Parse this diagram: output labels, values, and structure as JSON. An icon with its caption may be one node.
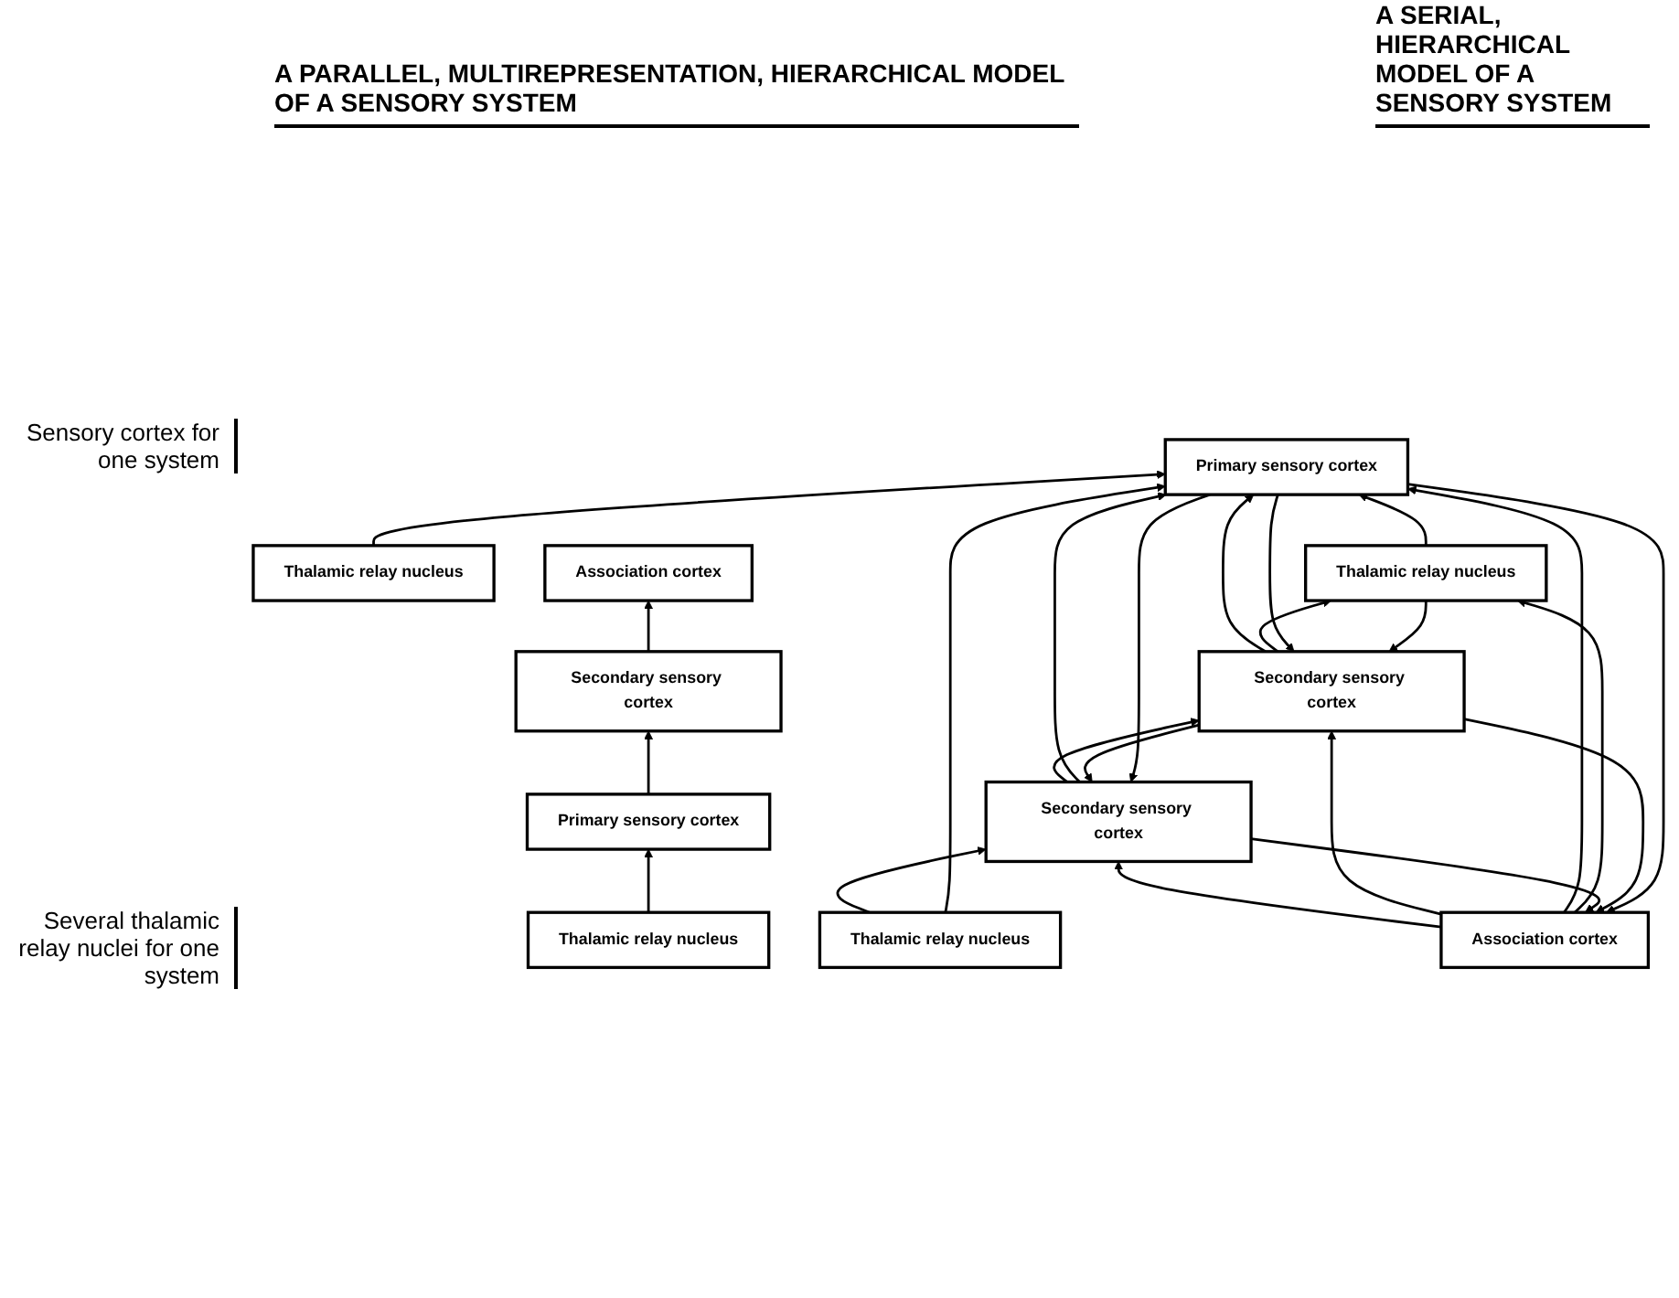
{
  "diagram": {
    "nodes": [
      {
        "text": [
          "Association cortex"
        ]
      },
      {
        "text": [
          "Secondary sensory cortex"
        ]
      },
      {
        "text": [
          "Secondary sensory cortex"
        ]
      },
      {
        "text": [
          "Primary sensory cortex"
        ]
      },
      {
        "text": [
          "Thalamic relay nucleus"
        ]
      },
      {
        "text": [
          "Thalamic relay nucleus"
        ]
      },
      {
        "text": [
          "Thalamic relay nucleus"
        ]
      },
      {
        "text": [
          "Association cortex"
        ]
      },
      {
        "text": [
          "Secondary sensory cortex"
        ]
      },
      {
        "text": [
          "Primary sensory cortex"
        ]
      },
      {
        "text": [
          "Thalamic relay nucleus"
        ]
      }
    ],
    "edges": [
      {
        "from": 0,
        "to": 1,
        "arrow": "to"
      },
      {
        "from": 1,
        "to": 0,
        "arrow": "to"
      },
      {
        "from": 0,
        "to": 2,
        "arrow": "to"
      },
      {
        "from": 2,
        "to": 0,
        "arrow": "to"
      },
      {
        "from": 2,
        "to": 1,
        "arrow": "to"
      },
      {
        "from": 1,
        "to": 2,
        "arrow": "to"
      },
      {
        "from": 0,
        "to": 3,
        "arrow": "to"
      },
      {
        "from": 3,
        "to": 0,
        "arrow": "to"
      },
      {
        "from": 1,
        "to": 3,
        "arrow": "to"
      },
      {
        "from": 3,
        "to": 1,
        "arrow": "to"
      },
      {
        "from": 2,
        "to": 3,
        "arrow": "to"
      },
      {
        "from": 3,
        "to": 2,
        "arrow": "to"
      },
      {
        "from": 4,
        "to": 1,
        "arrow": "to"
      },
      {
        "from": 4,
        "to": 3,
        "arrow": "to"
      },
      {
        "from": 5,
        "to": 3,
        "arrow": "to"
      },
      {
        "from": 6,
        "to": 3,
        "arrow": "to"
      },
      {
        "from": 6,
        "to": 2,
        "arrow": "to"
      },
      {
        "from": 2,
        "to": 6,
        "arrow": "to"
      },
      {
        "from": 0,
        "to": 6,
        "arrow": "to"
      },
      {
        "from": 10,
        "to": 9,
        "arrow": "to"
      },
      {
        "from": 9,
        "to": 8,
        "arrow": "to"
      },
      {
        "from": 8,
        "to": 7,
        "arrow": "to"
      }
    ],
    "labels": [
      "A PARALLEL, MULTIREPRESENTATION, HIERARCHICAL MODEL OF A SENSORY SYSTEM",
      "A SERIAL, HIERARCHICAL MODEL OF A SENSORY SYSTEM",
      "Sensory cortex for one system",
      "Several thalamic relay nuclei for one system"
    ]
  }
}
